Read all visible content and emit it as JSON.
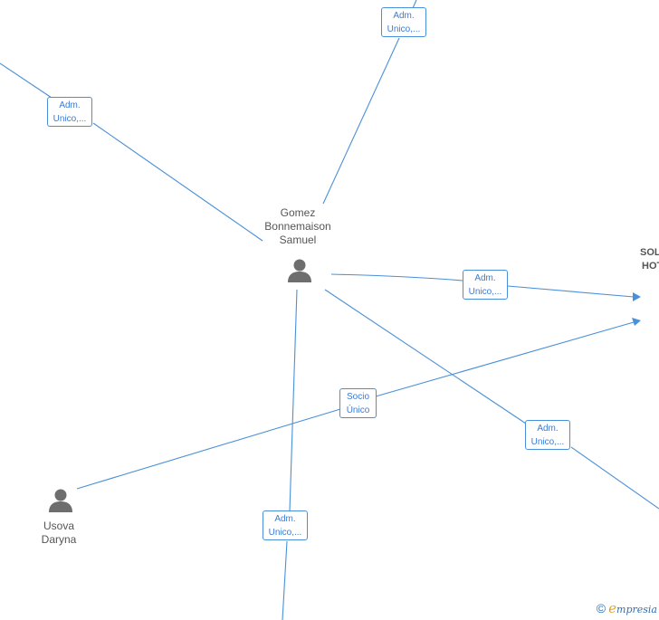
{
  "people": [
    {
      "id": "gomez",
      "name_lines": [
        "Gomez",
        "Bonnemaison",
        "Samuel"
      ],
      "icon": "person-icon"
    },
    {
      "id": "usova",
      "name_lines": [
        "Usova",
        "Daryna"
      ],
      "icon": "person-icon"
    }
  ],
  "company": {
    "name_lines": [
      "SOL",
      "HOT"
    ]
  },
  "edge_labels": [
    {
      "id": "top-center",
      "line1": "Adm.",
      "line2": "Unico,..."
    },
    {
      "id": "top-left",
      "line1": "Adm.",
      "line2": "Unico,..."
    },
    {
      "id": "right",
      "line1": "Adm.",
      "line2": "Unico,..."
    },
    {
      "id": "socio",
      "line1": "Socio",
      "line2": "Único"
    },
    {
      "id": "lower-right",
      "line1": "Adm.",
      "line2": "Unico,..."
    },
    {
      "id": "bottom",
      "line1": "Adm.",
      "line2": "Unico,..."
    }
  ],
  "brand": {
    "copyright": "©",
    "e": "e",
    "rest": "mpresia"
  },
  "colors": {
    "edge": "#4a90d9",
    "label_text": "#3a7bd5",
    "person": "#6e6e6e",
    "text": "#555555",
    "brand_e": "#e8a317"
  }
}
